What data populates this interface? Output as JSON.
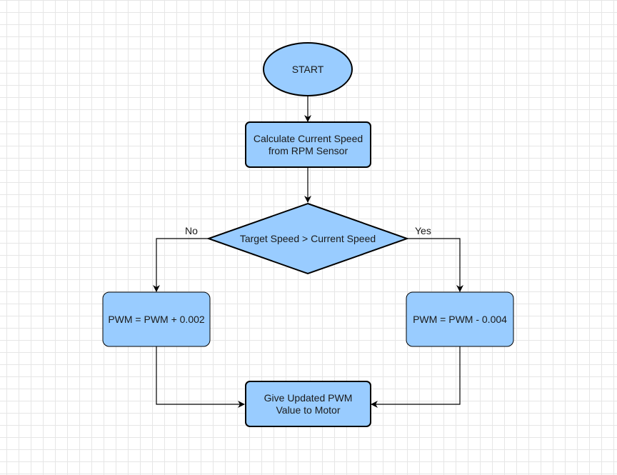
{
  "diagram": {
    "colors": {
      "fill": "#99ccff",
      "stroke": "#000000",
      "edge": "#000000"
    },
    "nodes": {
      "start": {
        "label": "START",
        "shape": "ellipse"
      },
      "calc": {
        "label": "Calculate Current Speed\nfrom RPM Sensor",
        "shape": "rounded-rect"
      },
      "decision": {
        "label": "Target Speed > Current Speed",
        "shape": "diamond"
      },
      "inc": {
        "label": "PWM = PWM + 0.002",
        "shape": "rounded-rect"
      },
      "dec": {
        "label": "PWM = PWM - 0.004",
        "shape": "rounded-rect"
      },
      "output": {
        "label": "Give Updated PWM\nValue to Motor",
        "shape": "rounded-rect"
      }
    },
    "edges": {
      "no_label": "No",
      "yes_label": "Yes"
    }
  }
}
